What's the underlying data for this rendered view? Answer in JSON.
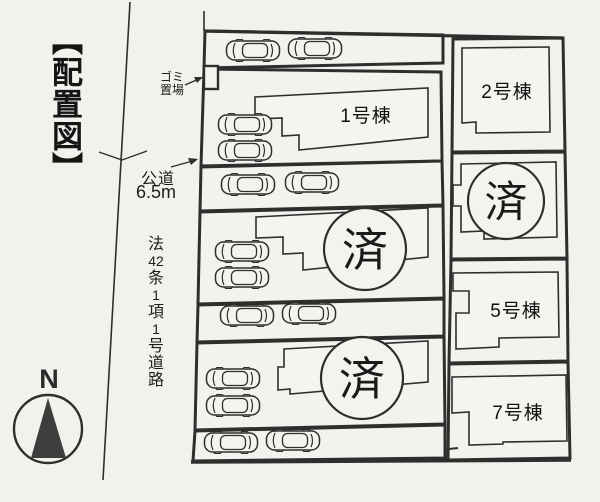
{
  "title": {
    "text": "【配置図】"
  },
  "annotations": {
    "garbage": {
      "line1": "ゴミ",
      "line2": "置場"
    },
    "road": {
      "name": "公道",
      "width": "6.5m"
    },
    "law_road": {
      "full": "法42条1項1号道路",
      "segments": [
        "法",
        "42",
        "条",
        "1",
        "項",
        "1",
        "号",
        "道",
        "路"
      ]
    },
    "compass_n": "N",
    "sold_mark": "済"
  },
  "units": [
    {
      "label": "1号棟",
      "sold": false
    },
    {
      "label": "2号棟",
      "sold": false
    },
    {
      "label": "",
      "sold": true
    },
    {
      "label": "",
      "sold": true
    },
    {
      "label": "5号棟",
      "sold": false
    },
    {
      "label": "",
      "sold": true
    },
    {
      "label": "7号棟",
      "sold": false
    }
  ],
  "colors": {
    "paper": "#f2f1ec",
    "line": "#2e2e2e"
  }
}
